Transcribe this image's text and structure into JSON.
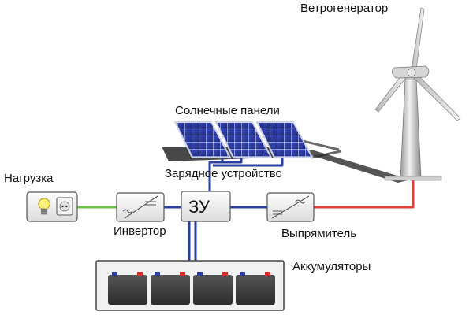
{
  "labels": {
    "wind_generator": "Ветрогенератор",
    "solar_panels": "Солнечные панели",
    "charger": "Зарядное устройство",
    "load": "Нагрузка",
    "inverter": "Инвертор",
    "rectifier": "Выпрямитель",
    "batteries": "Аккумуляторы",
    "charger_short": "ЗУ"
  },
  "colors": {
    "dc_wire": "#2a3f9e",
    "ac_load_wire": "#6cc24a",
    "wind_wire": "#e0403a",
    "panel_cell": "#2d3a9a",
    "battery": "#3c3c3c"
  },
  "icons": {
    "load": [
      "bulb-icon",
      "socket-icon"
    ],
    "inverter": "dc-to-ac-icon",
    "rectifier": "ac-to-dc-icon"
  }
}
